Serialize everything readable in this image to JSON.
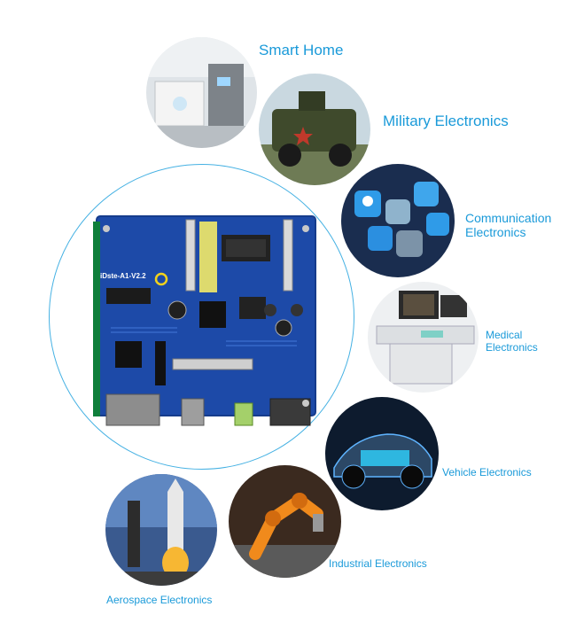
{
  "labels": {
    "smart_home": "Smart Home",
    "military": "Military Electronics",
    "communication_l1": "Communication",
    "communication_l2": "Electronics",
    "medical_l1": "Medical",
    "medical_l2": "Electronics",
    "vehicle": "Vehicle Electronics",
    "industrial": "Industrial Electronics",
    "aerospace": "Aerospace Electronics"
  },
  "board": {
    "silkscreen": "iDste-A1-V2.2"
  },
  "colors": {
    "label_blue": "#1a9ad9",
    "ring_blue": "#45b1e3",
    "pcb_blue": "#1d4aa8"
  }
}
